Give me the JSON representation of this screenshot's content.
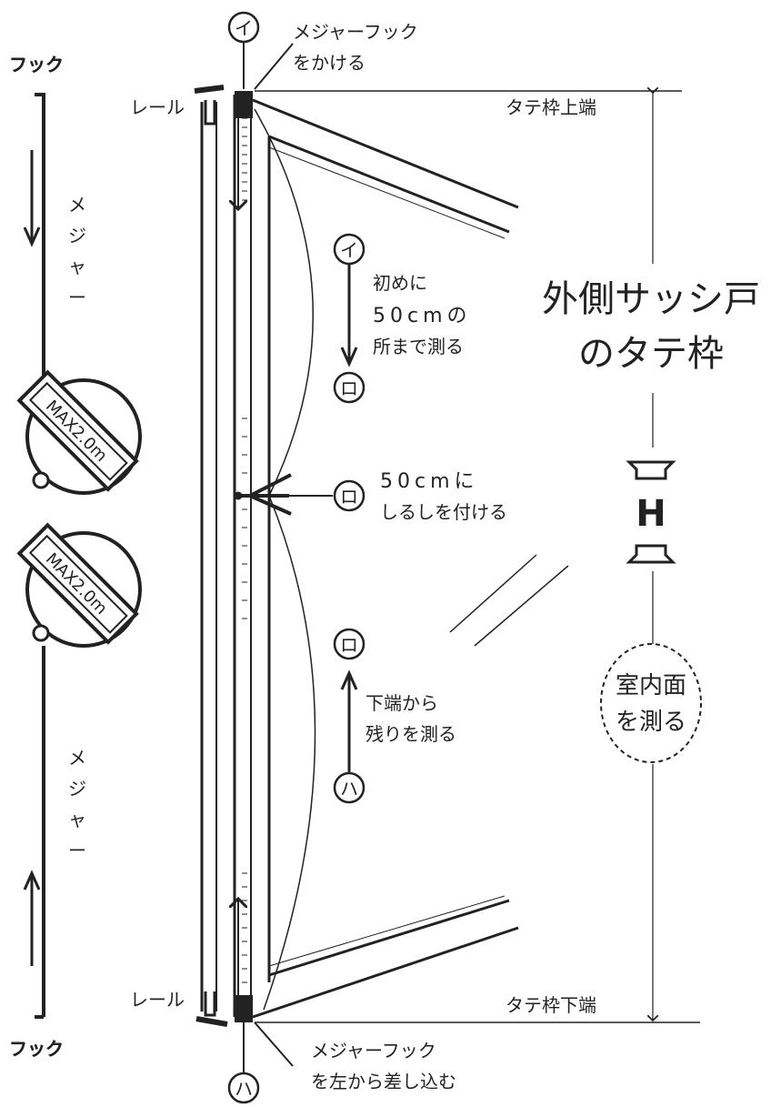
{
  "hook_top_label": "フック",
  "hook_bottom_label": "フック",
  "measure_vertical_top": [
    "メ",
    "ジ",
    "ャ",
    "ー"
  ],
  "measure_vertical_bottom": [
    "メ",
    "ジ",
    "ャ",
    "ー"
  ],
  "tape_measure_label": "MAX2.0m",
  "rail_top": "レール",
  "rail_bottom": "レール",
  "marker_i": "イ",
  "marker_ro": "ロ",
  "marker_ha": "ハ",
  "hook_top_note": [
    "メジャーフック",
    "をかける"
  ],
  "hook_bottom_note": [
    "メジャーフック",
    "を左から差し込む"
  ],
  "frame_top_label": "タテ枠上端",
  "frame_bottom_label": "タテ枠下端",
  "step1": [
    "初めに",
    "50cmの",
    "所まで測る"
  ],
  "step2": [
    "50cmに",
    "しるしを付ける"
  ],
  "step3": [
    "下端から",
    "残りを測る"
  ],
  "title": [
    "外側サッシ戸",
    "のタテ枠"
  ],
  "dimension_label": "H",
  "interior_note": [
    "室内面",
    "を測る"
  ],
  "colors": {
    "ink": "#222222",
    "background": "#ffffff"
  }
}
